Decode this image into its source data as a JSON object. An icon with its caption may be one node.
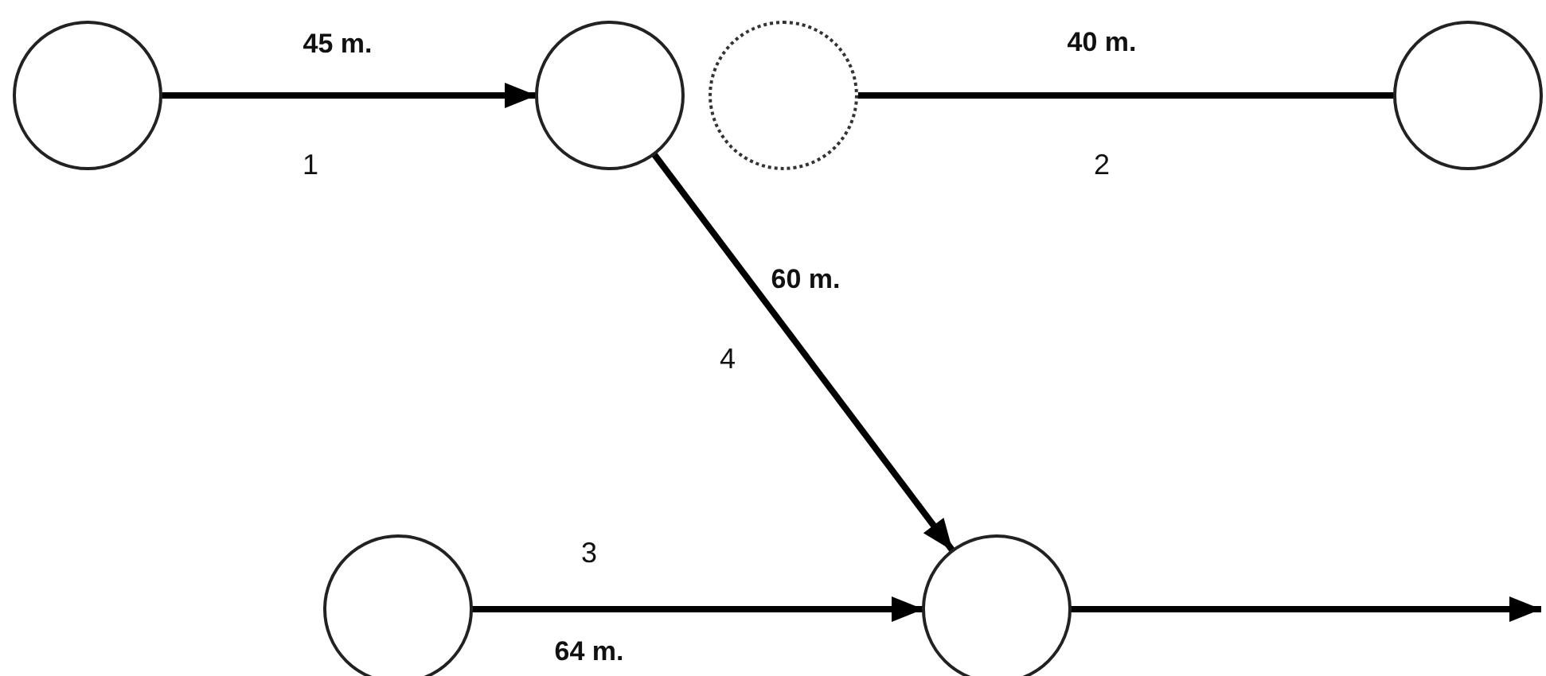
{
  "diagram": {
    "nodes": [
      {
        "text": [],
        "shape": "circle"
      },
      {
        "text": [],
        "shape": "circle"
      },
      {
        "text": [],
        "shape": "circle"
      },
      {
        "text": [],
        "shape": "circle"
      },
      {
        "text": [],
        "shape": "circle"
      },
      {
        "text": [],
        "shape": "circle"
      }
    ],
    "edges": [
      {
        "from": 0,
        "to": 1,
        "arrow": "to"
      },
      {
        "from": 2,
        "to": 3,
        "arrow": "none"
      },
      {
        "from": 1,
        "to": 5,
        "arrow": "to"
      },
      {
        "from": 4,
        "to": 5,
        "arrow": "to"
      },
      {
        "from": 5,
        "to": null,
        "arrow": "to"
      }
    ],
    "labels": [
      "45 m.",
      "40 m.",
      "1",
      "2",
      "60 m.",
      "4",
      "3",
      "64 m."
    ]
  }
}
